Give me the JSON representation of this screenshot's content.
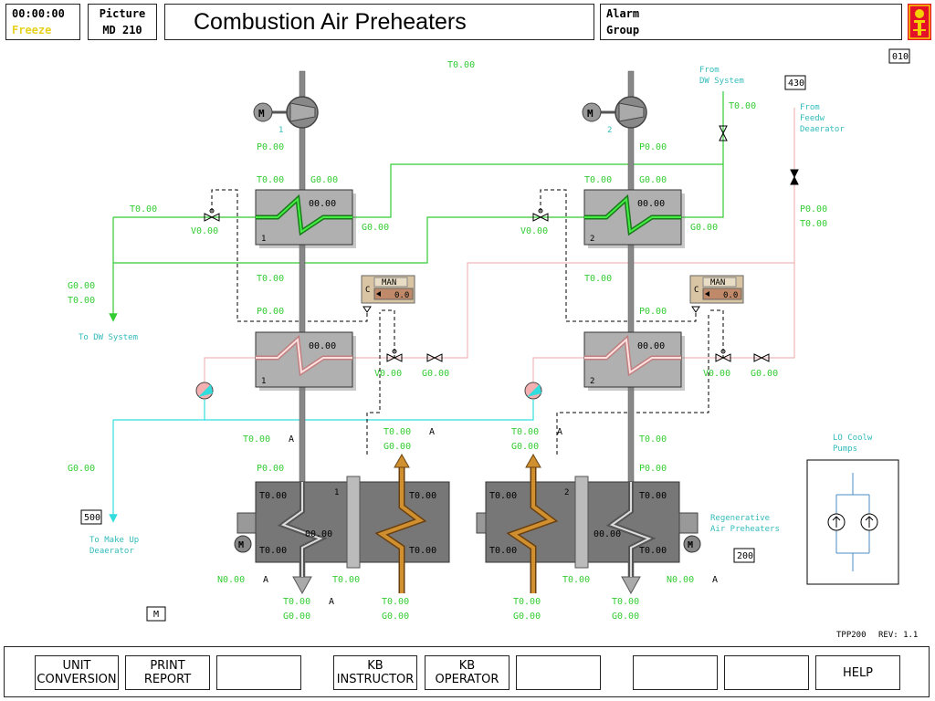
{
  "header": {
    "clock": "00:00:00",
    "freeze_label": "Freeze",
    "picture_label": "Picture",
    "picture_id": "MD 210",
    "title": "Combustion Air Preheaters",
    "alarm_label": "Alarm",
    "group_label": "Group"
  },
  "colors": {
    "value_green": "#33cc33",
    "label_teal": "#33bbbb",
    "steam": "#c08020",
    "cyan": "#33dddd",
    "pink": "#f0c0c0"
  },
  "diagram": {
    "page_ref_010": "010",
    "page_ref_430": "430",
    "page_ref_500": "500",
    "page_ref_200": "200",
    "m_box": "M",
    "t_top": "T0.00",
    "from_dw_1": "From",
    "from_dw_2": "DW System",
    "from_feed_1": "From",
    "from_feed_2": "Feedw",
    "from_feed_3": "Deaerator",
    "to_dw": "To DW System",
    "to_makeup_1": "To Make Up",
    "to_makeup_2": "Deaerator",
    "regen_1": "Regenerative",
    "regen_2": "Air Preheaters",
    "lo_1": "LO Coolw",
    "lo_2": "Pumps",
    "t_dw_in": "T0.00",
    "p_feed": "P0.00",
    "t_feed": "T0.00",
    "t_left_header": "T0.00",
    "g_left": "G0.00",
    "t_left": "T0.00",
    "g_makeup": "G0.00",
    "fan1_no": "1",
    "fan2_no": "2",
    "unit1": {
      "p_fan": "P0.00",
      "t_in": "T0.00",
      "g_in": "G0.00",
      "hx1_val": "00.00",
      "hx1_no": "1",
      "g_hx1": "G0.00",
      "v_hx1": "V0.00",
      "t_mid": "T0.00",
      "p_mid": "P0.00",
      "ctrl_mode": "MAN",
      "ctrl_letter": "C",
      "ctrl_val": "0.0",
      "hx2_val": "00.00",
      "hx2_no": "1",
      "v_hx2": "V0.00",
      "g_hx2": "G0.00",
      "t_steam": "T0.00",
      "a_steam": "A",
      "g_steam": "G0.00",
      "t_rp": "T0.00",
      "a_rp": "A",
      "p_rp": "P0.00",
      "rp_no": "1",
      "rp_tl": "T0.00",
      "rp_tr": "T0.00",
      "rp_mid": "00.00",
      "rp_bl": "T0.00",
      "rp_br": "T0.00",
      "n_val": "N0.00",
      "n_a": "A",
      "t_cond": "T0.00",
      "t_out": "T0.00",
      "a_out": "A",
      "g_out": "G0.00",
      "t_cond_out": "T0.00",
      "g_cond_out": "G0.00"
    },
    "unit2": {
      "p_fan": "P0.00",
      "t_in": "T0.00",
      "g_in": "G0.00",
      "hx1_val": "00.00",
      "hx1_no": "2",
      "g_hx1": "G0.00",
      "v_hx1": "V0.00",
      "t_mid": "T0.00",
      "p_mid": "P0.00",
      "ctrl_mode": "MAN",
      "ctrl_letter": "C",
      "ctrl_val": "0.0",
      "hx2_val": "00.00",
      "hx2_no": "2",
      "v_hx2": "V0.00",
      "g_hx2": "G0.00",
      "t_steam": "T0.00",
      "a_steam": "A",
      "g_steam": "G0.00",
      "t_rp": "T0.00",
      "p_rp": "P0.00",
      "rp_no": "2",
      "rp_tl": "T0.00",
      "rp_tr": "T0.00",
      "rp_mid": "00.00",
      "rp_bl": "T0.00",
      "rp_br": "T0.00",
      "n_val": "N0.00",
      "n_a": "A",
      "t_cond": "T0.00",
      "t_out": "T0.00",
      "g_out": "G0.00",
      "t_cond_out": "T0.00",
      "g_cond_out": "G0.00"
    },
    "tpp": "TPP200",
    "rev": "REV: 1.1"
  },
  "footer": {
    "unit_conv_1": "UNIT",
    "unit_conv_2": "CONVERSION",
    "print_1": "PRINT",
    "print_2": "REPORT",
    "kb_instr_1": "KB",
    "kb_instr_2": "INSTRUCTOR",
    "kb_oper_1": "KB",
    "kb_oper_2": "OPERATOR",
    "help": "HELP"
  }
}
